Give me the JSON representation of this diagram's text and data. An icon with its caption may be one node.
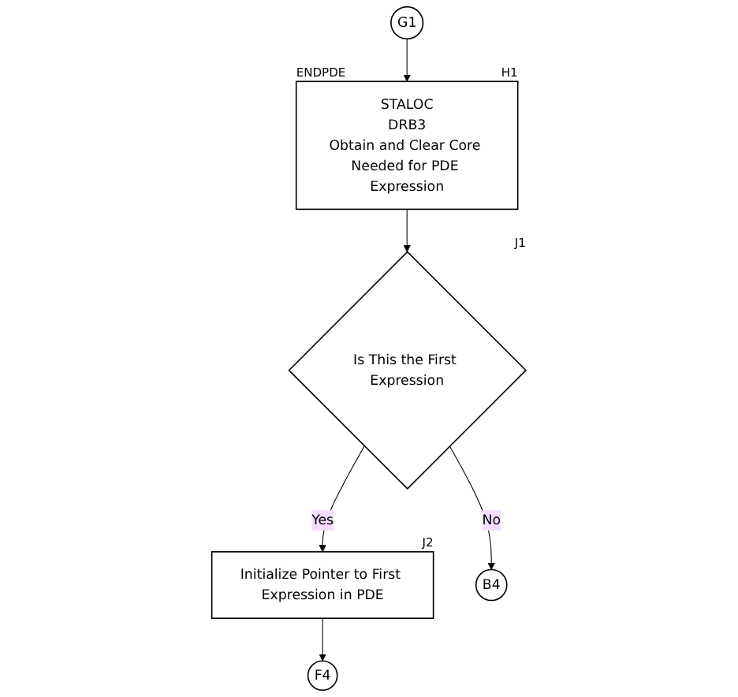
{
  "diagram": {
    "nodes": [
      {
        "text": [
          "G1"
        ]
      },
      {
        "text": [
          "STALOC",
          "DRB3",
          "Obtain and Clear Core Needed for PDE Expression"
        ],
        "beside": [
          "ENDPDE",
          "H1"
        ]
      },
      {
        "text": [
          "Is This the First Expression"
        ],
        "beside": [
          "J1"
        ]
      },
      {
        "text": [
          "Initialize Pointer to First Expression in PDE"
        ],
        "beside": [
          "J2"
        ]
      },
      {
        "text": [
          "F4"
        ]
      },
      {
        "text": [
          "B4"
        ]
      }
    ],
    "edges": [
      {
        "from": 0,
        "to": 1,
        "arrow": "to"
      },
      {
        "from": 1,
        "to": 2,
        "arrow": "to"
      },
      {
        "from": 2,
        "to": 3,
        "label": "Yes",
        "arrow": "to"
      },
      {
        "from": 3,
        "to": 4,
        "arrow": "to"
      },
      {
        "from": 2,
        "to": 5,
        "label": "No",
        "arrow": "to"
      }
    ]
  }
}
